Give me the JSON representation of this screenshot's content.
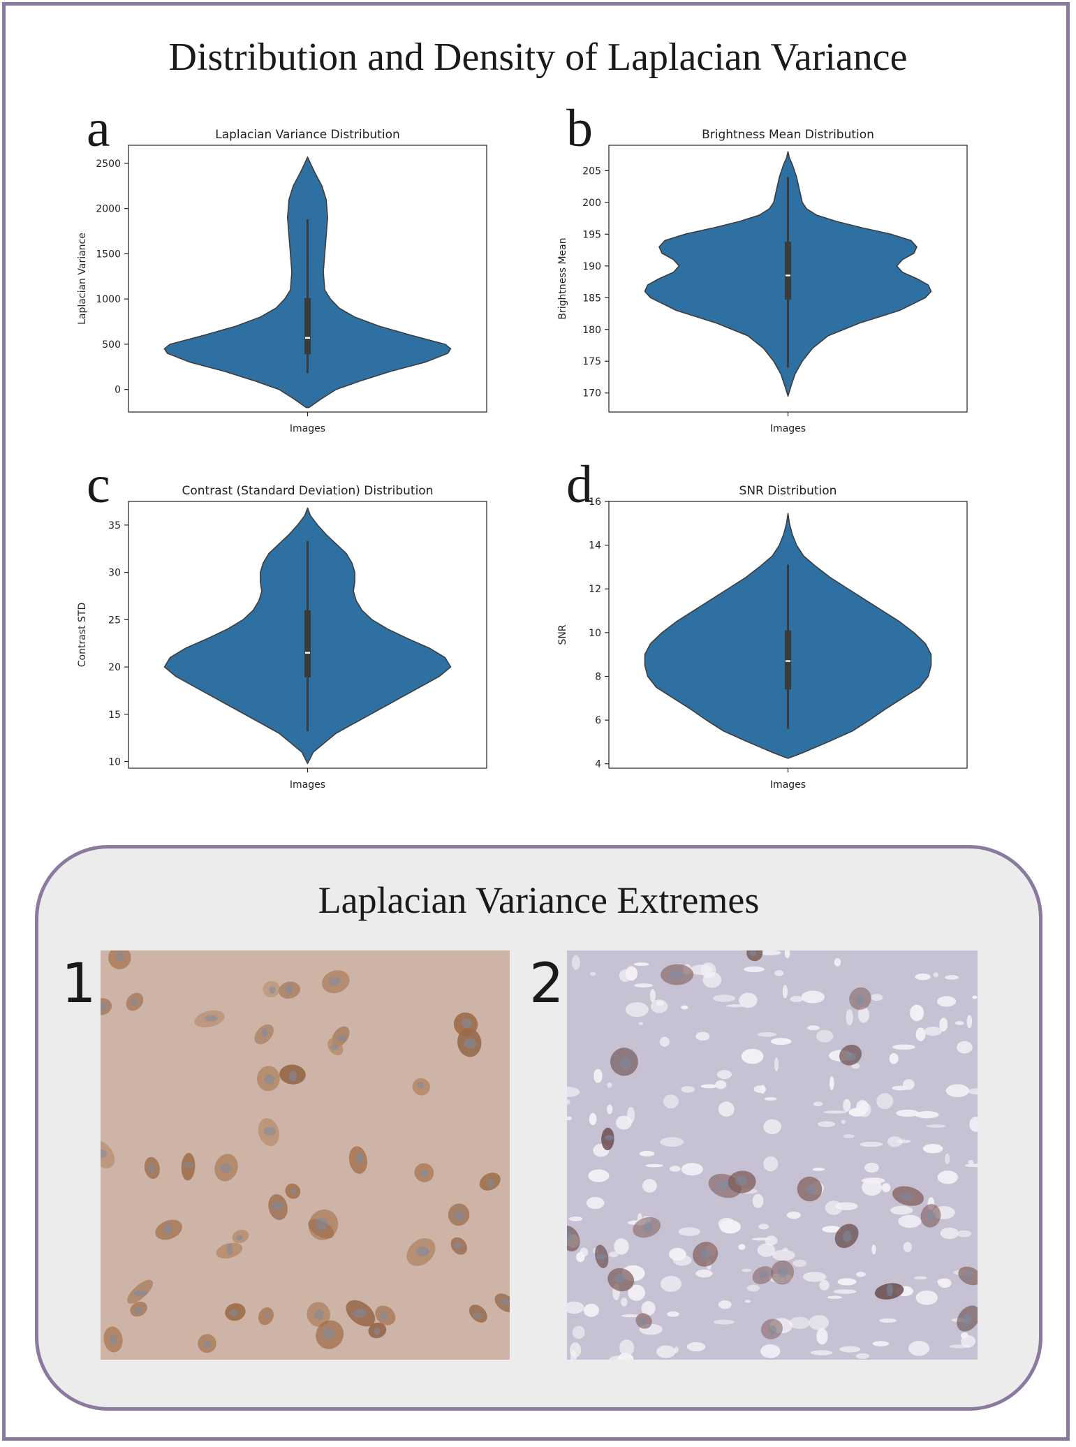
{
  "figure": {
    "title": "Distribution and Density of Laplacian Variance",
    "extremes_title": "Laplacian Variance Extremes",
    "extremes_numbers": [
      "1",
      "2"
    ],
    "colors": {
      "frame": "#8a7a9f",
      "violin": "#2e70a2",
      "box_panel": "#ececec",
      "tissue_1": "#cdb4a6",
      "tissue_2": "#c6c1d3"
    }
  },
  "chart_data": [
    {
      "type": "violin",
      "panel": "a",
      "title": "Laplacian Variance Distribution",
      "xlabel": "Images",
      "ylabel": "Laplacian Variance",
      "ylim": [
        -250,
        2700
      ],
      "yticks": [
        0,
        500,
        1000,
        1500,
        2000,
        2500
      ],
      "density": [
        [
          -200,
          0.01
        ],
        [
          -100,
          0.1
        ],
        [
          0,
          0.2
        ],
        [
          100,
          0.38
        ],
        [
          200,
          0.58
        ],
        [
          300,
          0.82
        ],
        [
          400,
          0.98
        ],
        [
          450,
          1.0
        ],
        [
          500,
          0.96
        ],
        [
          600,
          0.72
        ],
        [
          700,
          0.5
        ],
        [
          800,
          0.33
        ],
        [
          900,
          0.22
        ],
        [
          1000,
          0.16
        ],
        [
          1100,
          0.12
        ],
        [
          1300,
          0.11
        ],
        [
          1500,
          0.12
        ],
        [
          1700,
          0.13
        ],
        [
          1900,
          0.14
        ],
        [
          2100,
          0.13
        ],
        [
          2250,
          0.1
        ],
        [
          2400,
          0.05
        ],
        [
          2500,
          0.02
        ],
        [
          2570,
          0.0
        ]
      ],
      "whisker": [
        180,
        1880
      ],
      "quartiles": [
        390,
        1010
      ],
      "median": 570
    },
    {
      "type": "violin",
      "panel": "b",
      "title": "Brightness Mean Distribution",
      "xlabel": "Images",
      "ylabel": "Brightness Mean",
      "ylim": [
        167,
        209
      ],
      "yticks": [
        170,
        175,
        180,
        185,
        190,
        195,
        200,
        205
      ],
      "density": [
        [
          169.5,
          0.0
        ],
        [
          171,
          0.02
        ],
        [
          173,
          0.05
        ],
        [
          175,
          0.1
        ],
        [
          177,
          0.17
        ],
        [
          179,
          0.28
        ],
        [
          181,
          0.5
        ],
        [
          183,
          0.78
        ],
        [
          185,
          0.96
        ],
        [
          186,
          1.0
        ],
        [
          187,
          0.98
        ],
        [
          188,
          0.9
        ],
        [
          189,
          0.8
        ],
        [
          190,
          0.76
        ],
        [
          191,
          0.8
        ],
        [
          192,
          0.88
        ],
        [
          193,
          0.9
        ],
        [
          194,
          0.86
        ],
        [
          195,
          0.72
        ],
        [
          196,
          0.52
        ],
        [
          197,
          0.34
        ],
        [
          198,
          0.2
        ],
        [
          199,
          0.13
        ],
        [
          200,
          0.1
        ],
        [
          202,
          0.08
        ],
        [
          204,
          0.06
        ],
        [
          206,
          0.03
        ],
        [
          207,
          0.01
        ],
        [
          208,
          0.0
        ]
      ],
      "whisker": [
        174,
        204
      ],
      "quartiles": [
        184.7,
        193.8
      ],
      "median": 188.5
    },
    {
      "type": "violin",
      "panel": "c",
      "title": "Contrast (Standard Deviation) Distribution",
      "xlabel": "Images",
      "ylabel": "Contrast STD",
      "ylim": [
        9.3,
        37.5
      ],
      "yticks": [
        10,
        15,
        20,
        25,
        30,
        35
      ],
      "density": [
        [
          9.8,
          0.0
        ],
        [
          11,
          0.04
        ],
        [
          12,
          0.12
        ],
        [
          13,
          0.2
        ],
        [
          14,
          0.32
        ],
        [
          15,
          0.44
        ],
        [
          16,
          0.56
        ],
        [
          17,
          0.68
        ],
        [
          18,
          0.8
        ],
        [
          19,
          0.92
        ],
        [
          20,
          1.0
        ],
        [
          21,
          0.96
        ],
        [
          22,
          0.85
        ],
        [
          23,
          0.7
        ],
        [
          24,
          0.56
        ],
        [
          25,
          0.45
        ],
        [
          26,
          0.38
        ],
        [
          27,
          0.34
        ],
        [
          28,
          0.32
        ],
        [
          29,
          0.33
        ],
        [
          30,
          0.33
        ],
        [
          31,
          0.31
        ],
        [
          32,
          0.27
        ],
        [
          33,
          0.2
        ],
        [
          34,
          0.13
        ],
        [
          35,
          0.07
        ],
        [
          36,
          0.02
        ],
        [
          36.8,
          0.0
        ]
      ],
      "whisker": [
        13.2,
        33.3
      ],
      "quartiles": [
        18.9,
        26
      ],
      "median": 21.5
    },
    {
      "type": "violin",
      "panel": "d",
      "title": "SNR Distribution",
      "xlabel": "Images",
      "ylabel": "SNR",
      "ylim": [
        3.8,
        16
      ],
      "yticks": [
        4,
        6,
        8,
        10,
        12,
        14,
        16
      ],
      "density": [
        [
          4.25,
          0.0
        ],
        [
          4.5,
          0.1
        ],
        [
          5,
          0.28
        ],
        [
          5.5,
          0.45
        ],
        [
          6,
          0.57
        ],
        [
          6.5,
          0.68
        ],
        [
          7,
          0.8
        ],
        [
          7.5,
          0.92
        ],
        [
          8,
          0.98
        ],
        [
          8.5,
          1.0
        ],
        [
          9,
          1.0
        ],
        [
          9.5,
          0.96
        ],
        [
          10,
          0.88
        ],
        [
          10.5,
          0.78
        ],
        [
          11,
          0.66
        ],
        [
          11.5,
          0.54
        ],
        [
          12,
          0.42
        ],
        [
          12.5,
          0.3
        ],
        [
          13,
          0.2
        ],
        [
          13.5,
          0.11
        ],
        [
          14,
          0.06
        ],
        [
          14.5,
          0.03
        ],
        [
          15,
          0.01
        ],
        [
          15.45,
          0.0
        ]
      ],
      "whisker": [
        5.6,
        13.1
      ],
      "quartiles": [
        7.4,
        10.1
      ],
      "median": 8.7
    }
  ]
}
